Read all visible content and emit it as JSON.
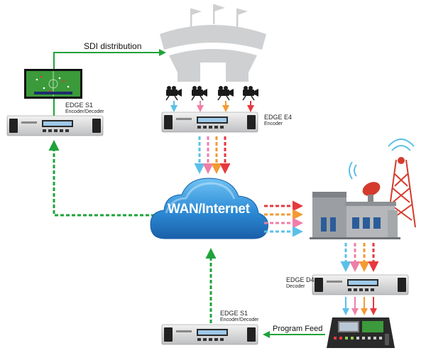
{
  "labels": {
    "sdi_distribution": "SDI distribution",
    "edge_s1_top": {
      "title": "EDGE S1",
      "subtitle": "Encoder/Decoder"
    },
    "edge_e4": {
      "title": "EDGE E4",
      "subtitle": "Encoder"
    },
    "edge_d4": {
      "title": "EDGE D4",
      "subtitle": "Decoder"
    },
    "edge_s1_bottom": {
      "title": "EDGE S1",
      "subtitle": "Encoder/Decoder"
    },
    "wan": "WAN/Internet",
    "program_feed": "Program Feed"
  },
  "colors": {
    "stream_blue": "#5bc0e8",
    "stream_pink": "#ef7fa8",
    "stream_orange": "#f39a33",
    "stream_red": "#e6393e",
    "link_green": "#1fa33a",
    "stadium_gray": "#cfd0d2",
    "cloud_blue": "#2f8fd6"
  },
  "icons": [
    "stadium-icon",
    "camera-icon",
    "tv-monitor-icon",
    "encoder-device-icon",
    "cloud-icon",
    "broadcast-station-icon",
    "production-switcher-icon"
  ]
}
